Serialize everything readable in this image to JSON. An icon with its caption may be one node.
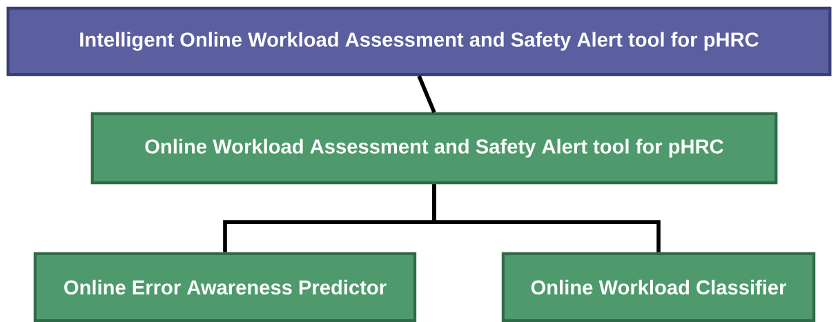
{
  "diagram": {
    "nodes": [
      {
        "text": [
          "Intelligent Online Workload Assessment and Safety Alert tool for pHRC"
        ]
      },
      {
        "text": [
          "Online Workload Assessment and Safety Alert tool for pHRC"
        ]
      },
      {
        "text": [
          "Online Error Awareness Predictor"
        ]
      },
      {
        "text": [
          "Online Workload Classifier"
        ]
      }
    ],
    "edges": [
      {
        "from": 0,
        "to": 1,
        "arrow": "none"
      },
      {
        "from": 1,
        "to": 2,
        "arrow": "none"
      },
      {
        "from": 1,
        "to": 3,
        "arrow": "none"
      }
    ]
  }
}
